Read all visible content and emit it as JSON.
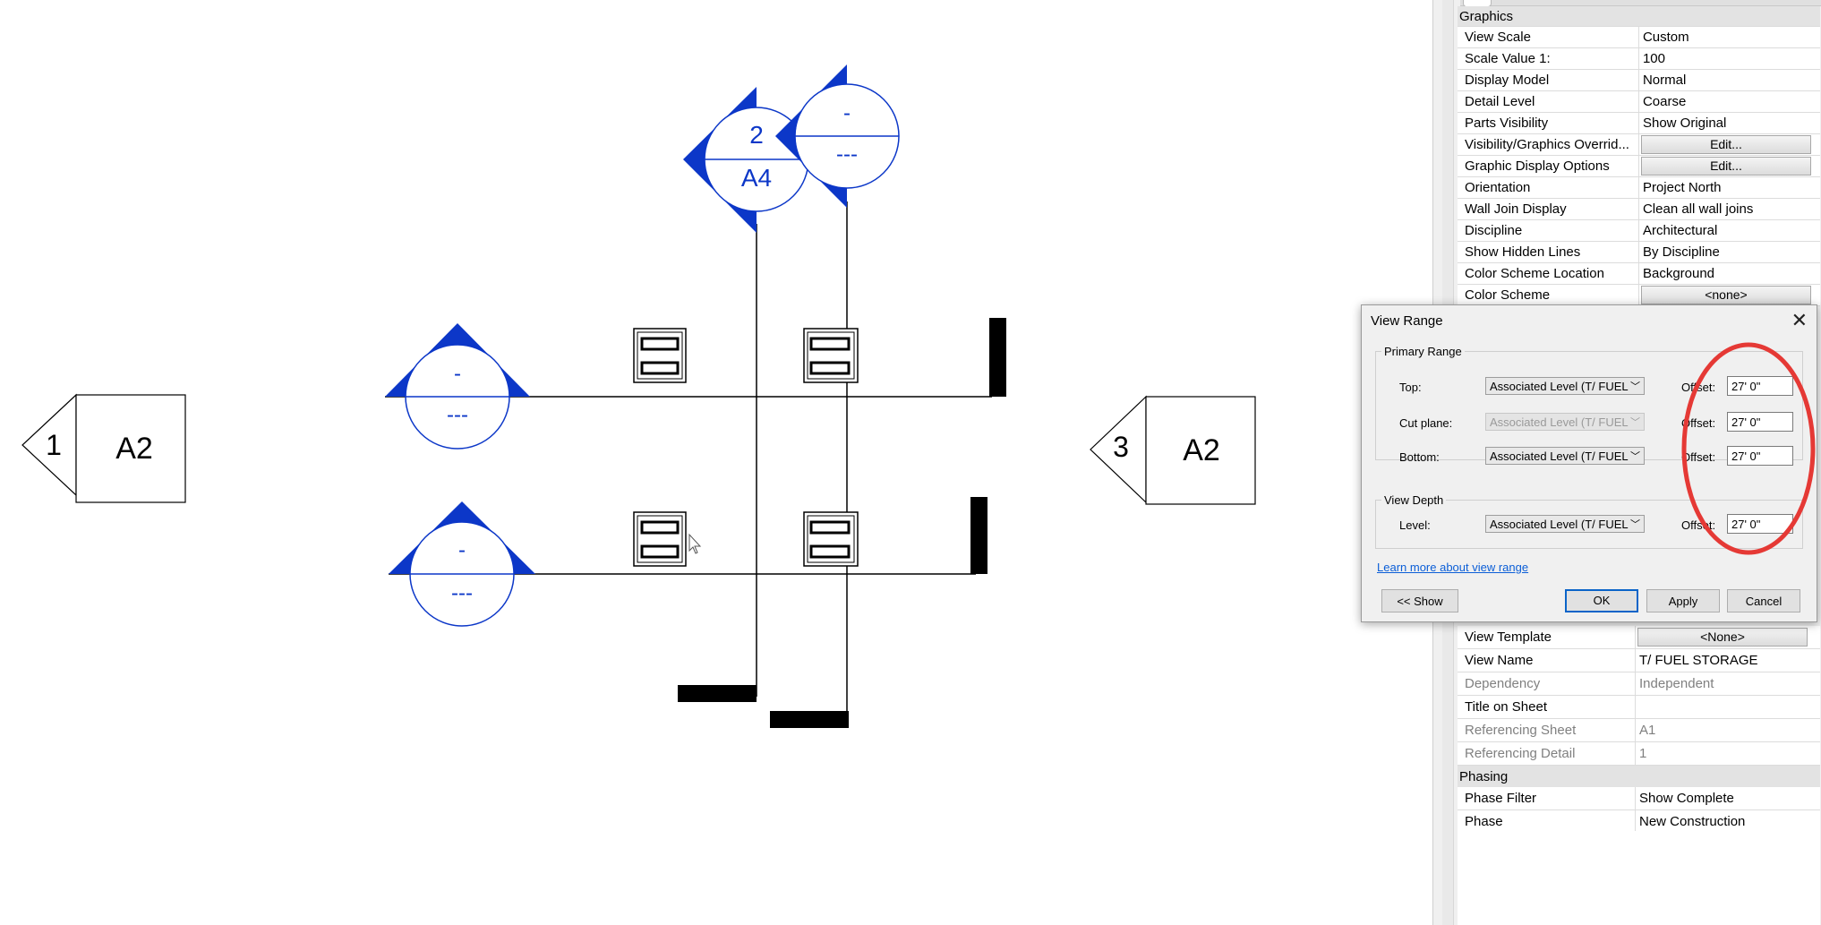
{
  "canvas": {
    "markers": {
      "left": {
        "number": "1",
        "sheet": "A2"
      },
      "right": {
        "number": "3",
        "sheet": "A2"
      }
    },
    "tags": {
      "section_main": {
        "number": "2",
        "sheet": "A4"
      },
      "section_b": {
        "number": "-",
        "sheet": "---"
      },
      "elev_upper": {
        "number": "-",
        "sheet": "---"
      },
      "elev_lower": {
        "number": "-",
        "sheet": "---"
      }
    },
    "colors": {
      "tag_blue": "#0c37c8",
      "line": "#000000"
    }
  },
  "properties": {
    "groups": [
      {
        "name": "Graphics",
        "rows": [
          {
            "label": "View Scale",
            "value": "Custom"
          },
          {
            "label": "Scale Value    1:",
            "value": "100"
          },
          {
            "label": "Display Model",
            "value": "Normal"
          },
          {
            "label": "Detail Level",
            "value": "Coarse"
          },
          {
            "label": "Parts Visibility",
            "value": "Show Original"
          },
          {
            "label": "Visibility/Graphics Overrid...",
            "value": "Edit...",
            "button": true
          },
          {
            "label": "Graphic Display Options",
            "value": "Edit...",
            "button": true
          },
          {
            "label": "Orientation",
            "value": "Project North"
          },
          {
            "label": "Wall Join Display",
            "value": "Clean all wall joins"
          },
          {
            "label": "Discipline",
            "value": "Architectural"
          },
          {
            "label": "Show Hidden Lines",
            "value": "By Discipline"
          },
          {
            "label": "Color Scheme Location",
            "value": "Background"
          },
          {
            "label": "Color Scheme",
            "value": "<none>",
            "button": true
          }
        ]
      }
    ],
    "identity": [
      {
        "label": "View Template",
        "value": "<None>",
        "button": true
      },
      {
        "label": "View Name",
        "value": "T/ FUEL STORAGE"
      },
      {
        "label": "Dependency",
        "value": "Independent",
        "dim": true
      },
      {
        "label": "Title on Sheet",
        "value": ""
      },
      {
        "label": "Referencing Sheet",
        "value": "A1",
        "dim": true
      },
      {
        "label": "Referencing Detail",
        "value": "1",
        "dim": true
      }
    ],
    "phasing": {
      "name": "Phasing",
      "rows": [
        {
          "label": "Phase Filter",
          "value": "Show Complete"
        },
        {
          "label": "Phase",
          "value": "New Construction"
        }
      ]
    }
  },
  "dialog": {
    "title": "View Range",
    "close_glyph": "✕",
    "primary_range": {
      "legend": "Primary Range",
      "rows": [
        {
          "label": "Top:",
          "level": "Associated Level (T/ FUEL",
          "offset_label": "Offset:",
          "offset": "27'  0\"",
          "disabled": false
        },
        {
          "label": "Cut plane:",
          "level": "Associated Level (T/ FUEL",
          "offset_label": "Offset:",
          "offset": "27'  0\"",
          "disabled": true
        },
        {
          "label": "Bottom:",
          "level": "Associated Level (T/ FUEL",
          "offset_label": "Offset:",
          "offset": "27'  0\"",
          "disabled": false
        }
      ]
    },
    "view_depth": {
      "legend": "View Depth",
      "row": {
        "label": "Level:",
        "level": "Associated Level (T/ FUEL",
        "offset_label": "Offset:",
        "offset": "27'  0\""
      }
    },
    "learn_more": "Learn more about view range",
    "buttons": {
      "show": "<< Show",
      "ok": "OK",
      "apply": "Apply",
      "cancel": "Cancel"
    },
    "highlight_color": "#e53935"
  }
}
